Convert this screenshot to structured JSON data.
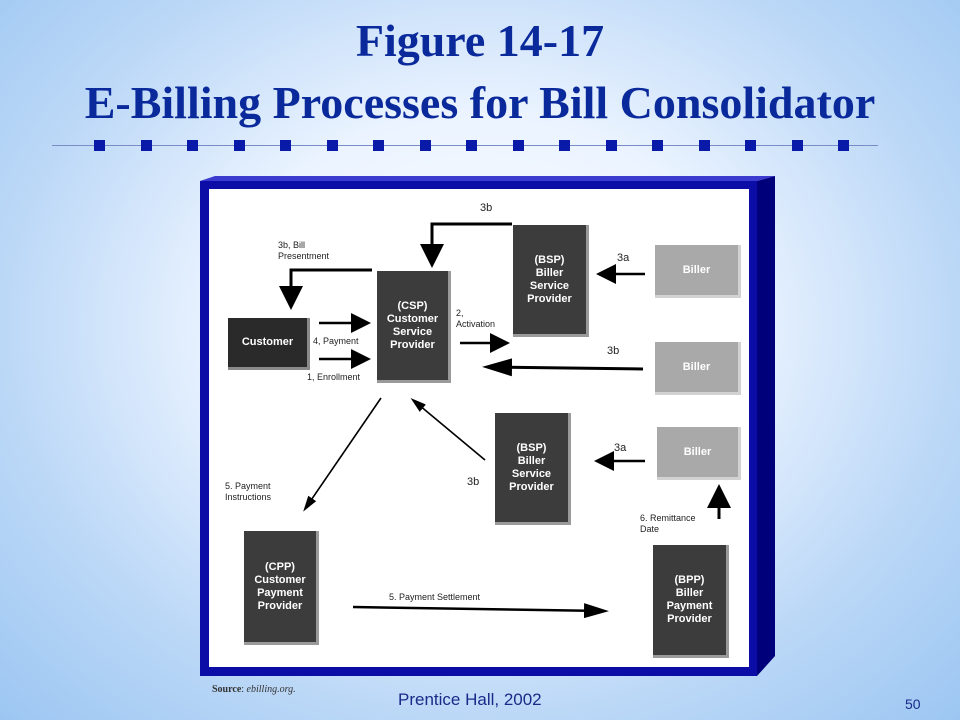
{
  "title": {
    "line1": "Figure 14-17",
    "line2": "E-Billing Processes for Bill Consolidator"
  },
  "diagram": {
    "nodes": {
      "csp": "(CSP)\nCustomer\nService\nProvider",
      "bsp_top": "(BSP)\nBiller\nService\nProvider",
      "bsp_bottom": "(BSP)\nBiller\nService\nProvider",
      "customer": "Customer",
      "biller_1": "Biller",
      "biller_2": "Biller",
      "biller_3": "Biller",
      "cpp": "(CPP)\nCustomer\nPayment\nProvider",
      "bpp": "(BPP)\nBiller\nPayment\nProvider"
    },
    "labels": {
      "top_3b": "3b",
      "bill_presentment": "3b, Bill\nPresentment",
      "activation": "2,\nActivation",
      "payment_4": "4, Payment",
      "enrollment_1": "1, Enrollment",
      "top_3a": "3a",
      "mid_3b": "3b",
      "payment_instructions": "5. Payment\nInstructions",
      "lower_3b": "3b",
      "lower_3a": "3a",
      "remittance": "6. Remittance\nDate",
      "payment_settlement": "5. Payment Settlement"
    }
  },
  "source": {
    "label": "Source",
    "text": "ebilling.org."
  },
  "footer": {
    "publisher": "Prentice Hall, 2002",
    "page": "50"
  }
}
